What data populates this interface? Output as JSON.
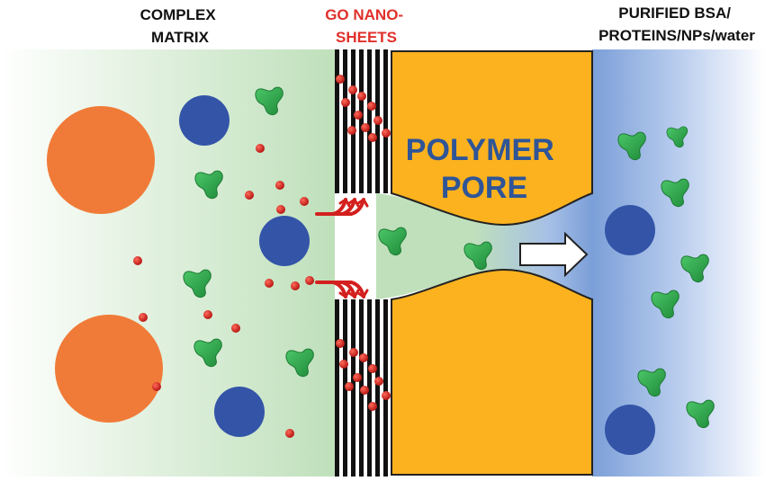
{
  "labels": {
    "complex_matrix": [
      "COMPLEX",
      "MATRIX"
    ],
    "go_nanosheets": [
      "GO NANO-",
      "SHEETS"
    ],
    "purified": [
      "PURIFIED BSA/",
      "PROTEINS/NPs/water"
    ],
    "polymer_pore": [
      "POLYMER",
      "PORE"
    ]
  },
  "colors": {
    "matrix_green": "#c4e2c0",
    "pore_fill": "#fbb21e",
    "blue_zone": "#7fa1d9",
    "large_particle": "#f07b38",
    "blue_particle": "#3454a8",
    "nanoparticle": "#d3201e",
    "protein": "#2ea84c",
    "go_label": "#e0302b",
    "pore_label": "#2f5597",
    "header_label": "#111111"
  }
}
